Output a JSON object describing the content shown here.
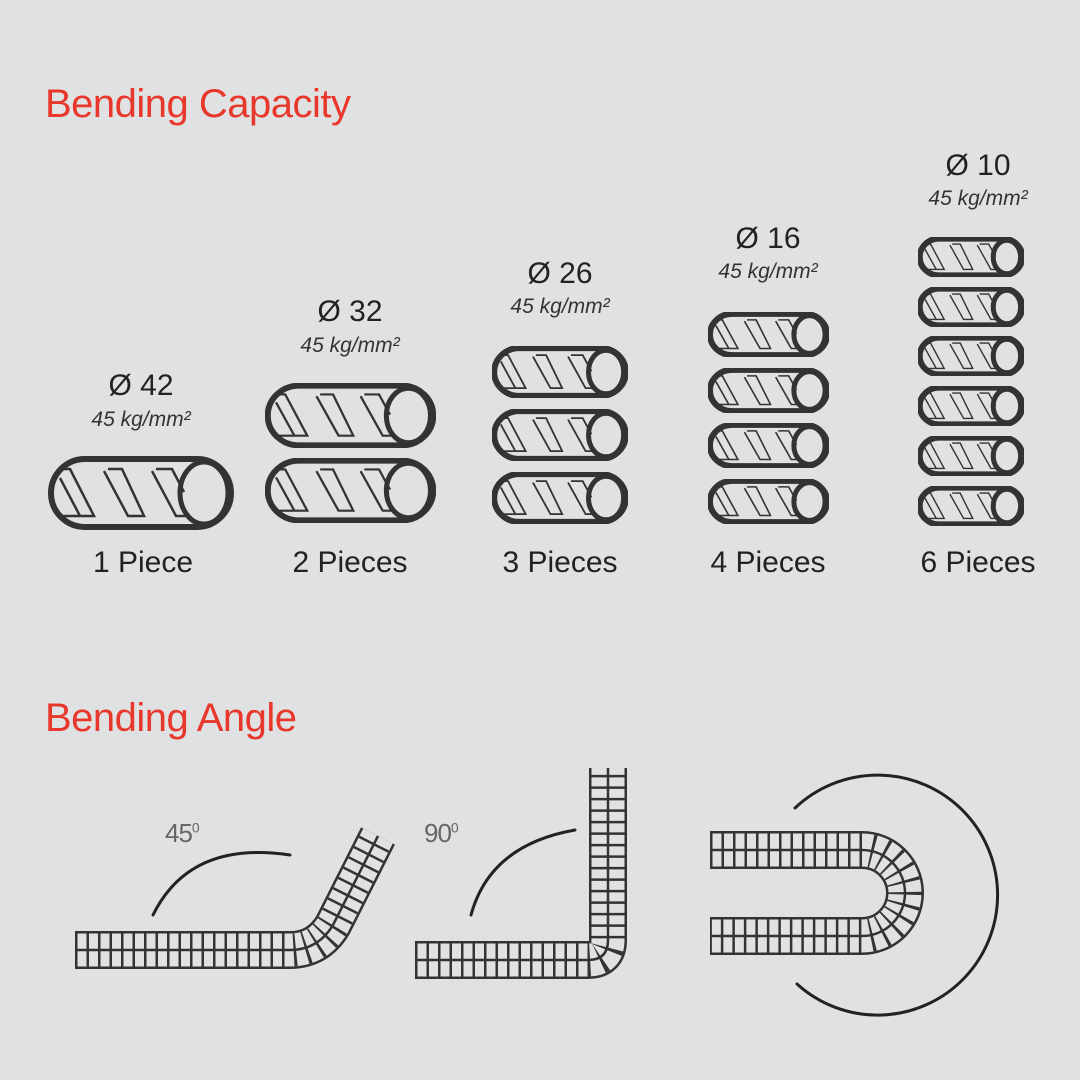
{
  "capacity": {
    "title": "Bending Capacity",
    "items": [
      {
        "diameter": "Ø 42",
        "strength": "45 kg/mm²",
        "pieces_label": "1 Piece",
        "pieces": 1
      },
      {
        "diameter": "Ø 32",
        "strength": "45 kg/mm²",
        "pieces_label": "2 Pieces",
        "pieces": 2
      },
      {
        "diameter": "Ø 26",
        "strength": "45 kg/mm²",
        "pieces_label": "3 Pieces",
        "pieces": 3
      },
      {
        "diameter": "Ø 16",
        "strength": "45 kg/mm²",
        "pieces_label": "4 Pieces",
        "pieces": 4
      },
      {
        "diameter": "Ø 10",
        "strength": "45 kg/mm²",
        "pieces_label": "6 Pieces",
        "pieces": 6
      }
    ]
  },
  "angle": {
    "title": "Bending Angle",
    "items": [
      {
        "value": "45",
        "unit": "0"
      },
      {
        "value": "90",
        "unit": "0"
      },
      {
        "value": "180"
      }
    ]
  },
  "colors": {
    "accent": "#e8372b",
    "line": "#333333",
    "background": "#e0e1e2"
  }
}
